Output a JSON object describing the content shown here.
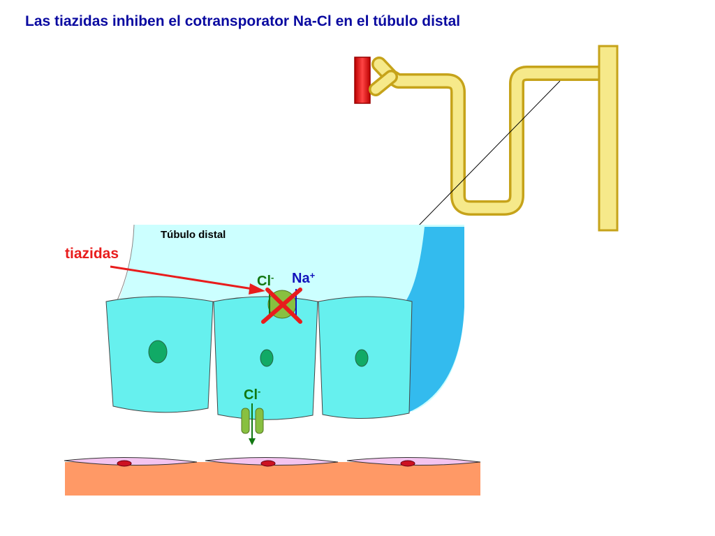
{
  "title": "Las tiazidas inhiben el cotransporator Na-Cl en el túbulo distal",
  "labels": {
    "lumen": "Túbulo distal",
    "drug": "tiazidas",
    "chloride_apical": "Cl",
    "chloride_apical_sup": "-",
    "sodium": "Na",
    "sodium_sup": "+",
    "chloride_basal": "Cl",
    "chloride_basal_sup": "-"
  },
  "colors": {
    "title": "#0a0aa0",
    "tubule_fill": "#f6e98a",
    "tubule_edge": "#c6a31a",
    "vessel": "#dd2222",
    "lumen": "#ccffff",
    "lumen_wall": "#33bbee",
    "cell": "#66f0ee",
    "nucleus": "#11aa66",
    "cotransporter": "#88c040",
    "inhibition": "#e81c1c",
    "chloride_label": "#117711",
    "sodium_label": "#1111bb",
    "interstitium": "#ff9966",
    "endothelium": "#f4c4f0",
    "endothelium_nucleus": "#cc1122"
  }
}
